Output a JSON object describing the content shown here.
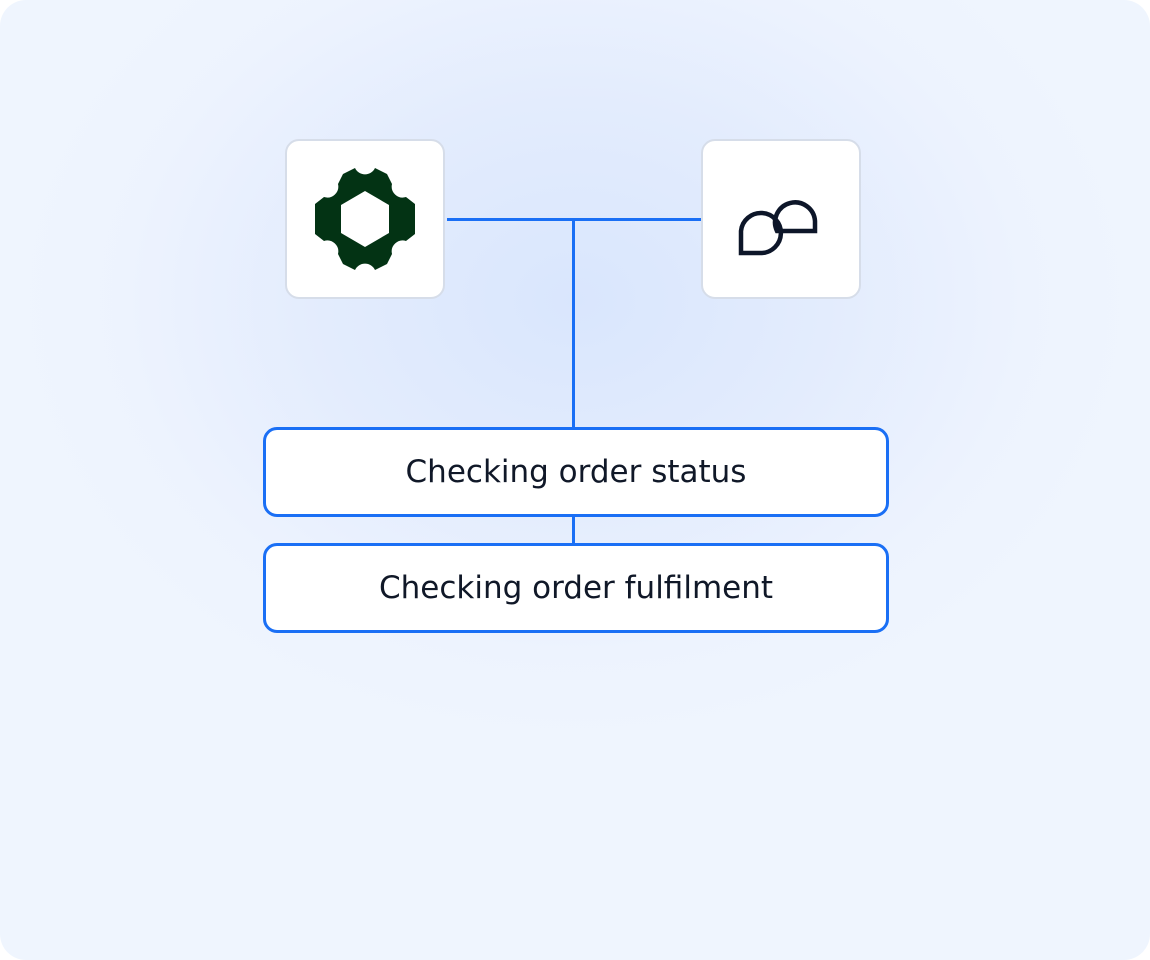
{
  "diagram": {
    "nodes": [
      {
        "id": "gear-app",
        "icon": "gear-icon",
        "color": "#033314"
      },
      {
        "id": "chat-app",
        "icon": "chat-bubbles-icon",
        "color": "#0d1629"
      }
    ],
    "steps": [
      {
        "label": "Checking order status"
      },
      {
        "label": "Checking order fulfilment"
      }
    ],
    "colors": {
      "connector": "#1a6ff5",
      "text": "#101828",
      "background": "#e3ecfd"
    }
  }
}
